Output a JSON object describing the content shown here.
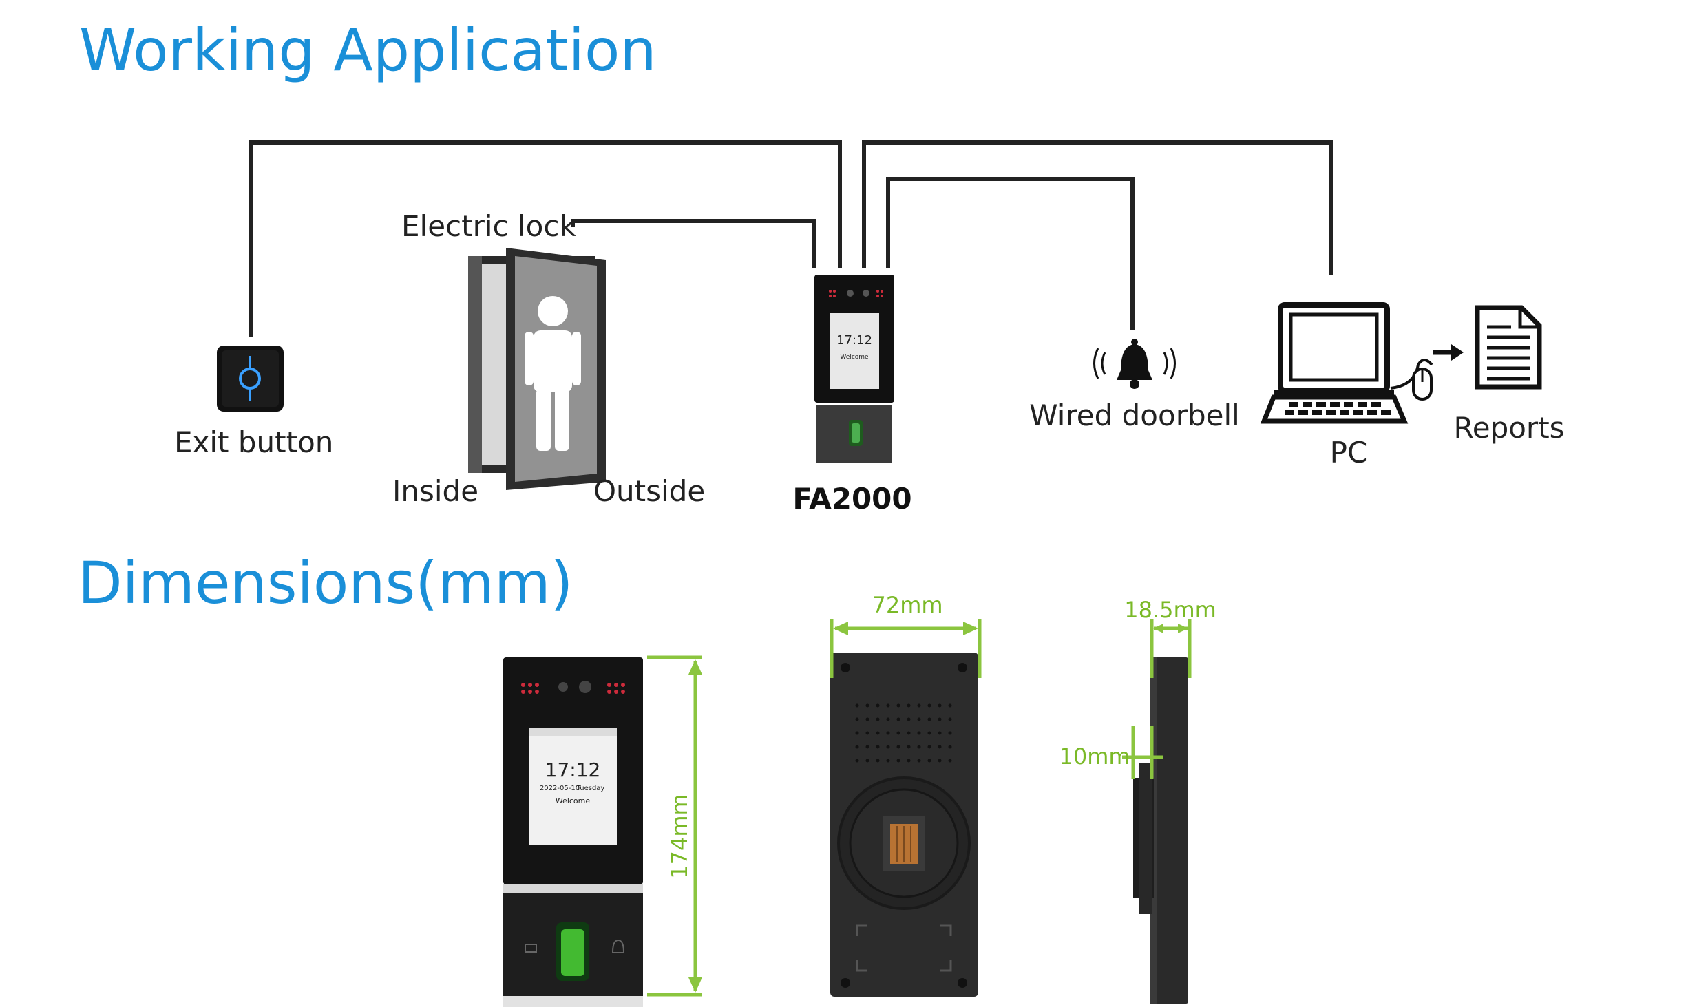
{
  "sections": {
    "working_title": "Working Application",
    "dimensions_title": "Dimensions(mm)"
  },
  "working": {
    "exit_button": "Exit button",
    "electric_lock": "Electric lock",
    "inside": "Inside",
    "outside": "Outside",
    "device": "FA2000",
    "doorbell": "Wired doorbell",
    "pc": "PC",
    "reports": "Reports",
    "screen_time": "17:12",
    "screen_welcome": "Welcome"
  },
  "dimensions": {
    "height": "174mm",
    "width": "72mm",
    "depth": "18.5mm",
    "bracket": "10mm",
    "screen_date": "2022-05-10",
    "screen_day": "Tuesday",
    "screen_time": "17:12",
    "screen_welcome": "Welcome"
  },
  "colors": {
    "title": "#1a8fd8",
    "dimension_lines": "#8bc53f",
    "wires": "#222222"
  }
}
